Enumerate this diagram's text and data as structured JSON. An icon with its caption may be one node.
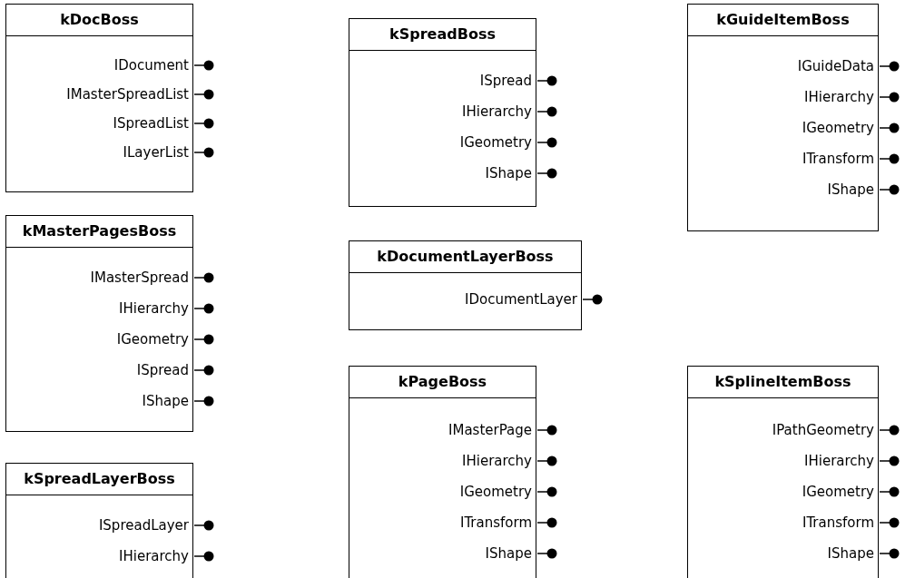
{
  "diagram": {
    "nodes": [
      {
        "text": [
          "kDocBoss",
          "IDocument",
          "IMasterSpreadList",
          "ISpreadList",
          "ILayerList"
        ]
      },
      {
        "text": [
          "kMasterPagesBoss",
          "IMasterSpread",
          "IHierarchy",
          "IGeometry",
          "ISpread",
          "IShape"
        ]
      },
      {
        "text": [
          "kSpreadLayerBoss",
          "ISpreadLayer",
          "IHierarchy"
        ]
      },
      {
        "text": [
          "kSpreadBoss",
          "ISpread",
          "IHierarchy",
          "IGeometry",
          "IShape"
        ]
      },
      {
        "text": [
          "kDocumentLayerBoss",
          "IDocumentLayer"
        ]
      },
      {
        "text": [
          "kPageBoss",
          "IMasterPage",
          "IHierarchy",
          "IGeometry",
          "ITransform",
          "IShape"
        ]
      },
      {
        "text": [
          "kGuideItemBoss",
          "IGuideData",
          "IHierarchy",
          "IGeometry",
          "ITransform",
          "IShape"
        ]
      },
      {
        "text": [
          "kSplineItemBoss",
          "IPathGeometry",
          "IHierarchy",
          "IGeometry",
          "ITransform",
          "IShape"
        ]
      }
    ]
  }
}
